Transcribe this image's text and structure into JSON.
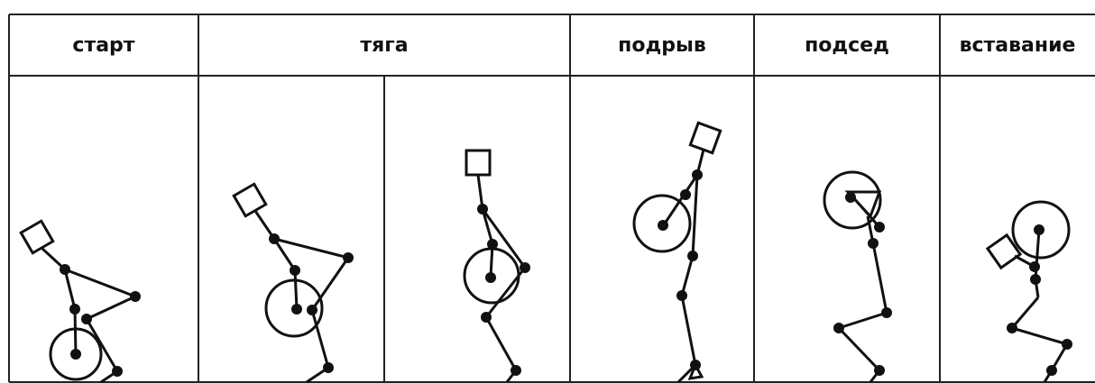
{
  "table": {
    "columns": [
      {
        "label": "старт"
      },
      {
        "label": "тяга"
      },
      {
        "label": "подрыв"
      },
      {
        "label": "подсед"
      },
      {
        "label": "вставание"
      }
    ]
  }
}
